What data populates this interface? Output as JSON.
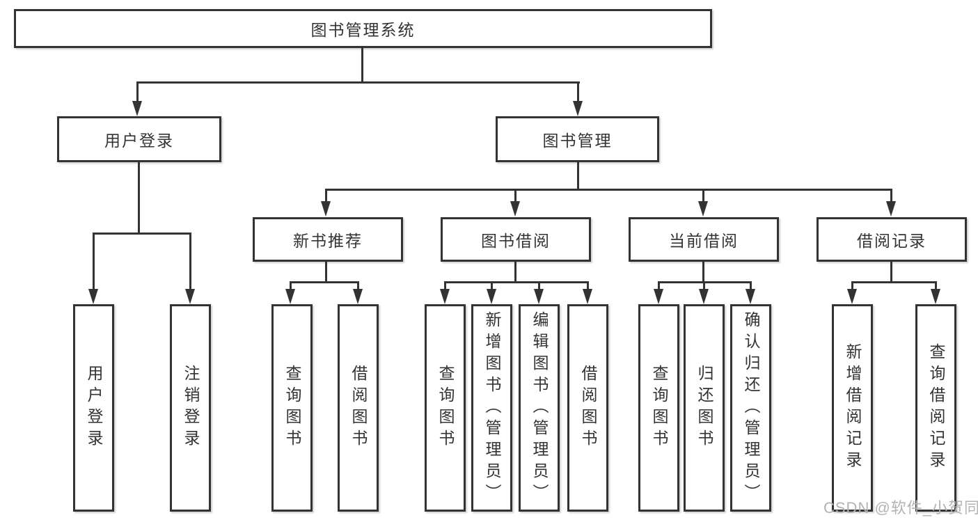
{
  "tree": {
    "root": "图书管理系统",
    "level2": [
      "用户登录",
      "图书管理"
    ],
    "level3": [
      "新书推荐",
      "图书借阅",
      "当前借阅",
      "借阅记录"
    ],
    "leaves": {
      "login": [
        "用户登录",
        "注销登录"
      ],
      "new_books": [
        "查询图书",
        "借阅图书"
      ],
      "borrowing": [
        "查询图书",
        "新增图书（管理员）",
        "编辑图书（管理员）",
        "借阅图书"
      ],
      "current": [
        "查询图书",
        "归还图书",
        "确认归还（管理员）"
      ],
      "records": [
        "新增借阅记录",
        "查询借阅记录"
      ]
    }
  },
  "watermark": "CSDN @软件_小贺同学",
  "colors": {
    "line": "#333333",
    "text": "#333333",
    "watermark": "#b3b3b3",
    "background": "#ffffff"
  }
}
